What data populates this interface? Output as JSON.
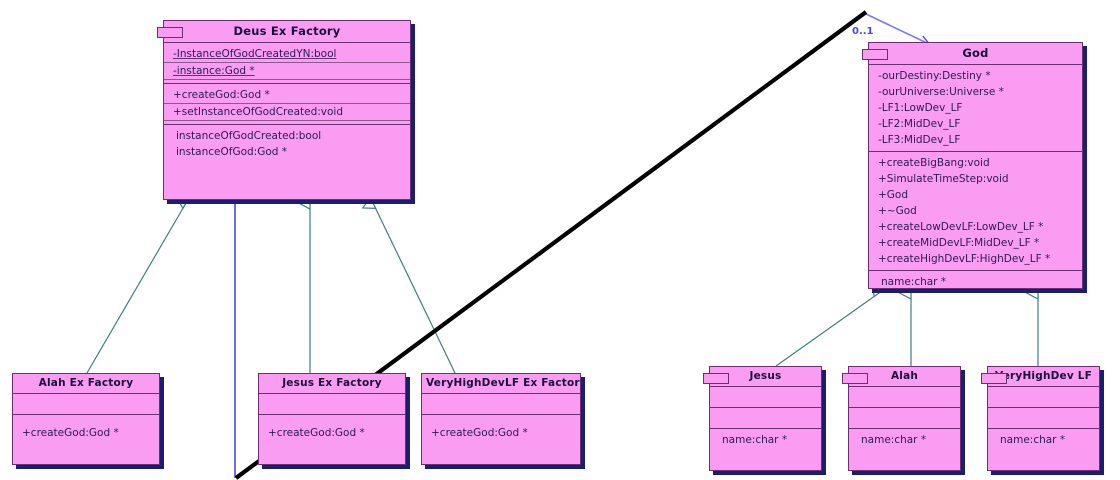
{
  "diagram": {
    "type": "uml-class-diagram",
    "colors": {
      "class_fill": "#f99cf2",
      "class_border": "#6b2f73",
      "shadow": "#18206e",
      "inheritance_line": "#3f7f7a",
      "association_line": "#4a4ae0",
      "annotation_line": "#000000",
      "text": "#18103a"
    }
  },
  "classes": {
    "deus_ex_factory": {
      "name": "Deus Ex Factory",
      "attributes": [
        "-InstanceOfGodCreatedYN:bool",
        "-instance:God *"
      ],
      "operations": [
        "+createGod:God *",
        "+setInstanceOfGodCreated:void"
      ],
      "extra": [
        "instanceOfGodCreated:bool",
        "instanceOfGod:God *"
      ]
    },
    "god": {
      "name": "God",
      "attributes": [
        "-ourDestiny:Destiny *",
        "-ourUniverse:Universe *",
        "-LF1:LowDev_LF",
        "-LF2:MidDev_LF",
        "-LF3:MidDev_LF"
      ],
      "operations": [
        "+createBigBang:void",
        "+SimulateTimeStep:void",
        "+God",
        "+~God",
        "+createLowDevLF:LowDev_LF *",
        "+createMidDevLF:MidDev_LF *",
        "+createHighDevLF:HighDev_LF *"
      ],
      "extra": [
        "name:char *"
      ]
    },
    "alah_ex_factory": {
      "name": "Alah Ex Factory",
      "attributes": [],
      "operations": [
        "+createGod:God *"
      ]
    },
    "jesus_ex_factory": {
      "name": "Jesus Ex Factory",
      "attributes": [],
      "operations": [
        "+createGod:God *"
      ]
    },
    "veryhighdevlf_ex_factory": {
      "name": "VeryHighDevLF Ex Factory",
      "attributes": [],
      "operations": [
        "+createGod:God *"
      ]
    },
    "jesus": {
      "name": "Jesus",
      "attributes": [],
      "operations": [],
      "extra": [
        "name:char *"
      ]
    },
    "alah": {
      "name": "Alah",
      "attributes": [],
      "operations": [],
      "extra": [
        "name:char *"
      ]
    },
    "veryhighdev_lf": {
      "name": "VeryHighDev LF",
      "attributes": [],
      "operations": [],
      "extra": [
        "name:char *"
      ]
    }
  },
  "relationships": {
    "association_multiplicity": "0..1",
    "inheritances": [
      {
        "from": "Alah Ex Factory",
        "to": "Deus Ex Factory"
      },
      {
        "from": "Jesus Ex Factory",
        "to": "Deus Ex Factory"
      },
      {
        "from": "VeryHighDevLF Ex Factory",
        "to": "Deus Ex Factory"
      },
      {
        "from": "Jesus",
        "to": "God"
      },
      {
        "from": "Alah",
        "to": "God"
      },
      {
        "from": "VeryHighDev LF",
        "to": "God"
      }
    ],
    "associations": [
      {
        "from": "Deus Ex Factory",
        "to": "God",
        "multiplicity": "0..1"
      }
    ]
  }
}
